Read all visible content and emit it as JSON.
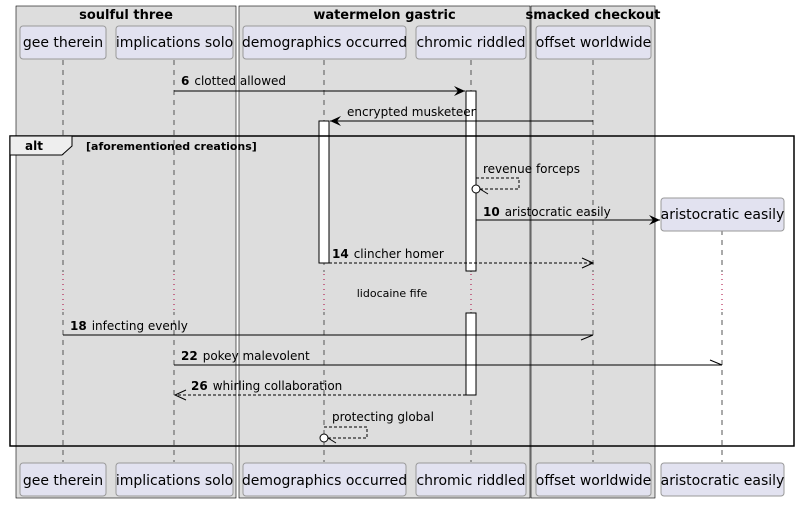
{
  "boxes": {
    "b1": "soulful three",
    "b2": "watermelon gastric",
    "b3": "smacked checkout"
  },
  "participants": {
    "gee": "gee therein",
    "impl": "implications solo",
    "demo": "demographics occurred",
    "chrom": "chromic riddled",
    "offset": "offset worldwide",
    "aristo": "aristocratic easily"
  },
  "alt": {
    "keyword": "alt",
    "condition": "[aforementioned creations]"
  },
  "messages": {
    "m6": {
      "num": "6",
      "text": "clotted allowed"
    },
    "m_enc": {
      "text": "encrypted musketeer"
    },
    "m_rev": {
      "text": "revenue forceps"
    },
    "m10": {
      "num": "10",
      "text": "aristocratic easily"
    },
    "m14": {
      "num": "14",
      "text": "clincher homer"
    },
    "m18": {
      "num": "18",
      "text": "infecting evenly"
    },
    "m22": {
      "num": "22",
      "text": "pokey malevolent"
    },
    "m26": {
      "num": "26",
      "text": "whirling collaboration"
    },
    "m_prot": {
      "text": "protecting global"
    }
  },
  "delay": {
    "text": "lidocaine fife"
  },
  "colors": {
    "box_fill": "#DDDDDD",
    "participant_fill": "#E2E2F0",
    "lifeline": "#555555",
    "delay_dots": "#A80036",
    "frame": "#000000"
  }
}
